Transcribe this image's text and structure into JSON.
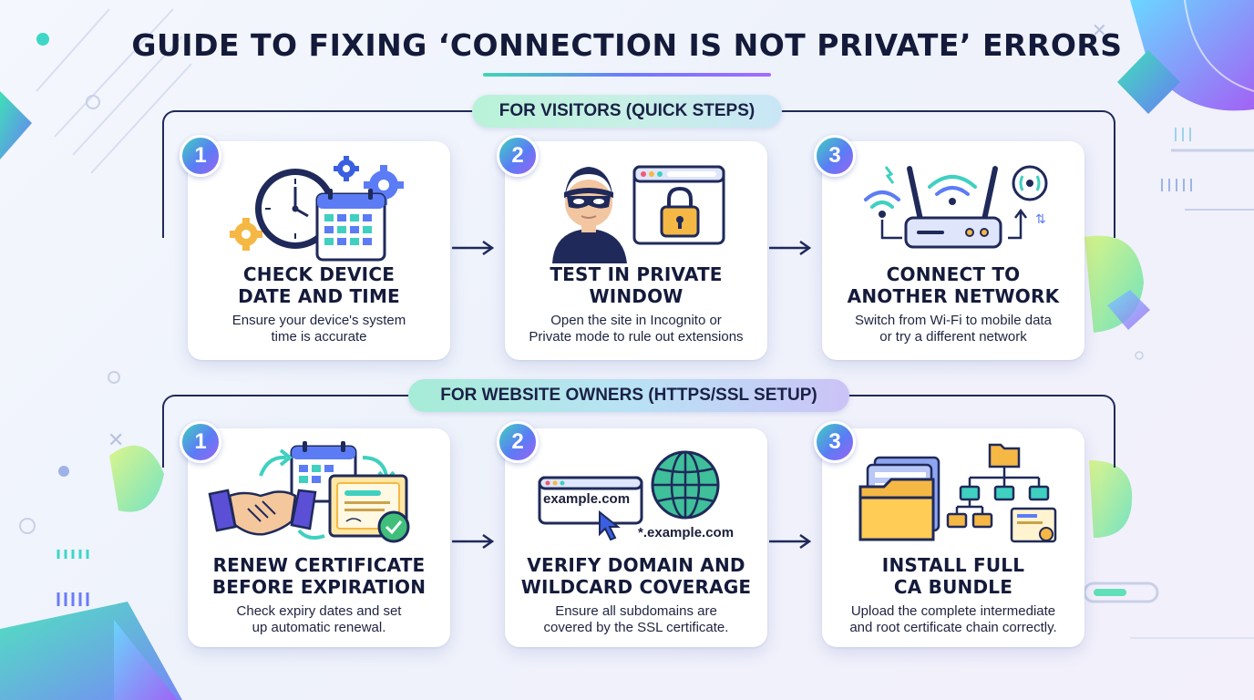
{
  "title": "GUIDE TO FIXING ‘CONNECTION IS NOT PRIVATE’ ERRORS",
  "colors": {
    "navy": "#1f2a5a",
    "teal": "#3fd0c0",
    "blue": "#5b7cf5",
    "purple": "#9a63f2",
    "gold": "#f5b844"
  },
  "sections": [
    {
      "label": "FOR VISITORS (QUICK STEPS)",
      "steps": [
        {
          "number": "1",
          "title_line1": "CHECK DEVICE",
          "title_line2": "DATE AND TIME",
          "desc_line1": "Ensure your device's system",
          "desc_line2": "time is accurate",
          "icon": "clock-calendar-gears-icon"
        },
        {
          "number": "2",
          "title_line1": "TEST IN PRIVATE",
          "title_line2": "WINDOW",
          "desc_line1": "Open the site in Incognito or",
          "desc_line2": "Private mode to rule out extensions",
          "icon": "incognito-browser-lock-icon"
        },
        {
          "number": "3",
          "title_line1": "CONNECT TO",
          "title_line2": "ANOTHER NETWORK",
          "desc_line1": "Switch from Wi-Fi to mobile data",
          "desc_line2": "or try a different network",
          "icon": "router-wifi-icon"
        }
      ]
    },
    {
      "label": "FOR WEBSITE OWNERS (HTTPS/SSL SETUP)",
      "steps": [
        {
          "number": "1",
          "title_line1": "RENEW CERTIFICATE",
          "title_line2": "BEFORE EXPIRATION",
          "desc_line1": "Check expiry dates and set",
          "desc_line2": "up automatic renewal.",
          "icon": "handshake-certificate-icon"
        },
        {
          "number": "2",
          "title_line1": "VERIFY DOMAIN AND",
          "title_line2": "WILDCARD COVERAGE",
          "desc_line1": "Ensure all subdomains are",
          "desc_line2": "covered by the SSL certificate.",
          "icon": "domain-globe-icon",
          "domain_text": "example.com",
          "wildcard_text": "*.example.com"
        },
        {
          "number": "3",
          "title_line1": "INSTALL FULL",
          "title_line2": "CA BUNDLE",
          "desc_line1": "Upload the complete intermediate",
          "desc_line2": "and root certificate chain correctly.",
          "icon": "folders-hierarchy-icon"
        }
      ]
    }
  ]
}
